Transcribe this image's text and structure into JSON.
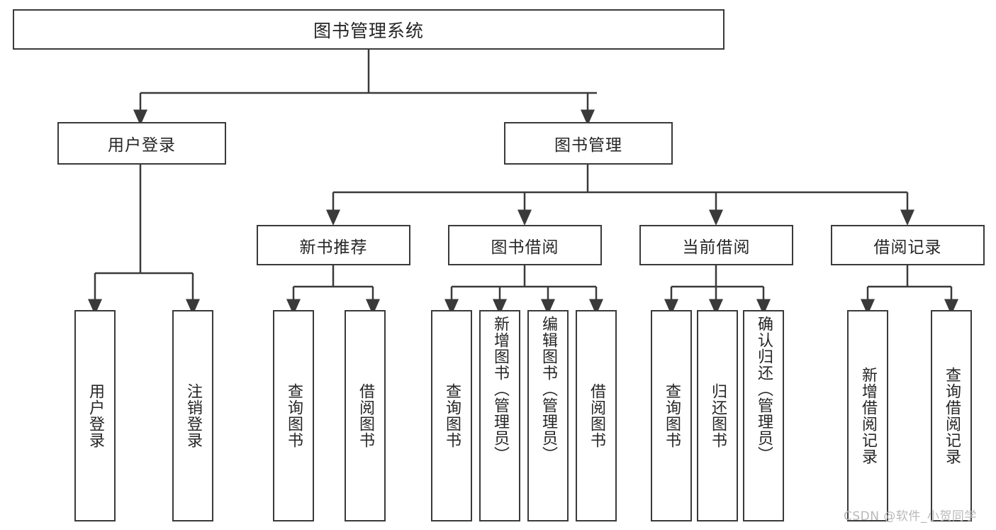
{
  "diagram": {
    "type": "tree",
    "title": "图书管理系统",
    "root": {
      "label": "图书管理系统"
    },
    "level2": [
      {
        "label": "用户登录"
      },
      {
        "label": "图书管理"
      }
    ],
    "level3": [
      {
        "label": "新书推荐"
      },
      {
        "label": "图书借阅"
      },
      {
        "label": "当前借阅"
      },
      {
        "label": "借阅记录"
      }
    ],
    "leaves": {
      "user_login": [
        {
          "label": "用户登录"
        },
        {
          "label": "注销登录"
        }
      ],
      "new_book_recommend": [
        {
          "label": "查询图书"
        },
        {
          "label": "借阅图书"
        }
      ],
      "book_borrow": [
        {
          "label": "查询图书"
        },
        {
          "label": "新增图书（管理员）"
        },
        {
          "label": "编辑图书（管理员）"
        },
        {
          "label": "借阅图书"
        }
      ],
      "current_borrow": [
        {
          "label": "查询图书"
        },
        {
          "label": "归还图书"
        },
        {
          "label": "确认归还（管理员）"
        }
      ],
      "borrow_record": [
        {
          "label": "新增借阅记录"
        },
        {
          "label": "查询借阅记录"
        }
      ]
    },
    "colors": {
      "border": "#3a3a3a",
      "text": "#262626",
      "background": "#ffffff",
      "watermark": "#b9b9b9"
    }
  },
  "watermark": {
    "text": "CSDN @软件_小贺同学"
  }
}
